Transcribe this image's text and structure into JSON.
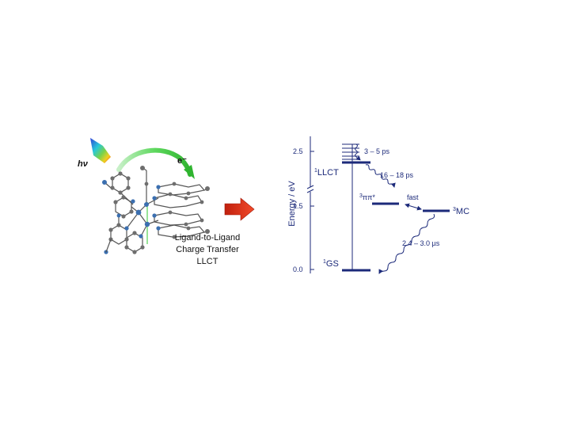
{
  "molecule": {
    "photon_label": "hν",
    "electron_label": "e⁻",
    "caption_lines": [
      "Ligand-to-Ligand",
      "Charge Transfer",
      "LLCT"
    ]
  },
  "diagram": {
    "axis_label": "Energy / eV",
    "ticks": [
      "2.5",
      "1.5",
      "0.0"
    ],
    "states": {
      "llct": {
        "sup": "1",
        "name": "LLCT"
      },
      "pipi": {
        "sup": "3",
        "name": "ππ*"
      },
      "mc": {
        "sup": "3",
        "name": "MC"
      },
      "gs": {
        "sup": "1",
        "name": "GS"
      }
    },
    "rates": {
      "relax": "3 – 5 ps",
      "isc": "16 – 18 ps",
      "eq": "fast",
      "decay": "2.4 – 3.0 µs"
    }
  },
  "colors": {
    "diagram": "#1c2a7a",
    "arrow_red": "#e8321e",
    "green_arrow": "#3ec43e",
    "atom_gray": "#6e6e6e",
    "atom_blue": "#3b6fb0"
  }
}
